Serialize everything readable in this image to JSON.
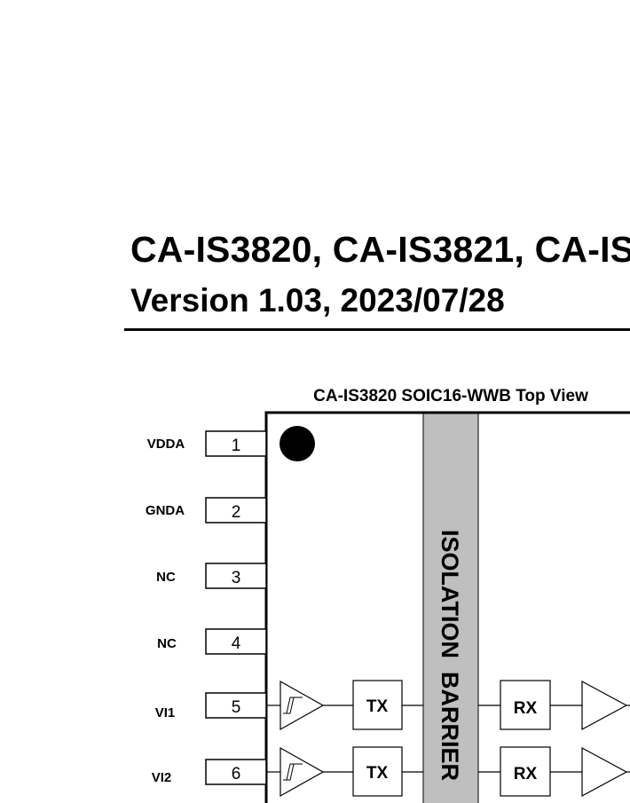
{
  "document": {
    "title": "CA-IS3820, CA-IS3821, CA-IS3",
    "version": "Version 1.03, 2023/07/28"
  },
  "diagram": {
    "heading": "CA-IS3820 SOIC16-WWB Top View",
    "barrier_label": "ISOLATION  BARRIER",
    "pins": [
      {
        "number": "1",
        "name": "VDDA"
      },
      {
        "number": "2",
        "name": "GNDA"
      },
      {
        "number": "3",
        "name": "NC"
      },
      {
        "number": "4",
        "name": "NC"
      },
      {
        "number": "5",
        "name": "VI1"
      },
      {
        "number": "6",
        "name": "VI2"
      }
    ],
    "channels": [
      {
        "tx": "TX",
        "rx": "RX"
      },
      {
        "tx": "TX",
        "rx": "RX"
      }
    ],
    "colors": {
      "barrier": "#bfbfbf",
      "line": "#000000"
    }
  }
}
